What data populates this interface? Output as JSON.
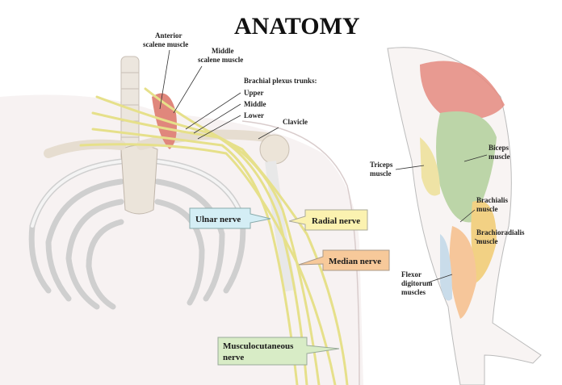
{
  "title": "ANATOMY",
  "labels": {
    "anterior_scalene": [
      "Anterior",
      "scalene muscle"
    ],
    "middle_scalene": [
      "Middle",
      "scalene muscle"
    ],
    "brachial_plexus": "Brachial plexus trunks:",
    "upper": "Upper",
    "middle": "Middle",
    "lower": "Lower",
    "clavicle": "Clavicle",
    "triceps": [
      "Triceps",
      "muscle"
    ],
    "biceps": [
      "Biceps",
      "muscle"
    ],
    "brachialis": [
      "Brachialis",
      "muscle"
    ],
    "brachioradialis": [
      "Brachioradialis",
      "muscle"
    ],
    "flexor": [
      "Flexor",
      "digitorum",
      "muscles"
    ]
  },
  "nerve_boxes": {
    "ulnar": {
      "text": "Ulnar nerve",
      "color": "#d4eef5"
    },
    "radial": {
      "text": "Radial nerve",
      "color": "#fbf2b0"
    },
    "median": {
      "text": "Median nerve",
      "color": "#f7c99a"
    },
    "musculocutaneous": {
      "text": [
        "Musculocutaneous",
        "nerve"
      ],
      "color": "#d8ecc6"
    }
  }
}
